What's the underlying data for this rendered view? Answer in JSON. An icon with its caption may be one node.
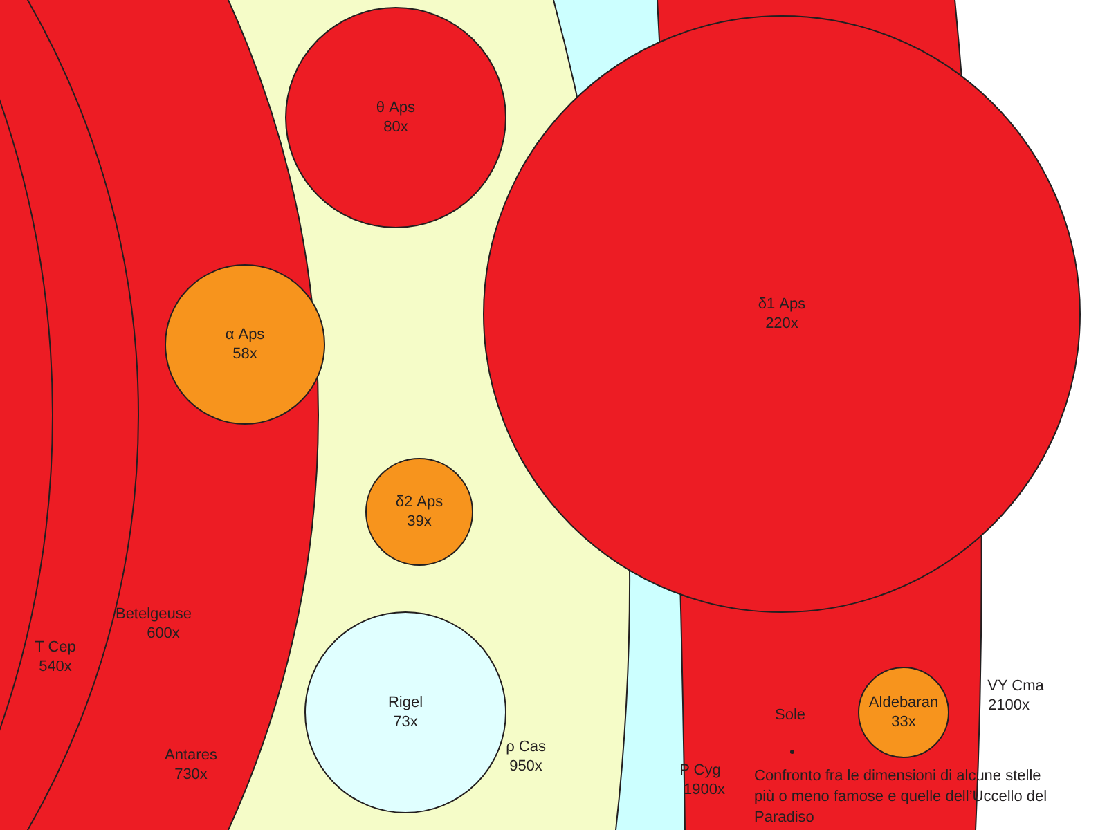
{
  "diagram": {
    "caption": "Confronto fra le dimensioni di alcune stelle più o meno famose e quelle dell’Uccello del Paradiso",
    "nodes": [
      {
        "text": [
          "θ Aps",
          "80x"
        ]
      },
      {
        "text": [
          "δ1 Aps",
          "220x"
        ]
      },
      {
        "text": [
          "α Aps",
          "58x"
        ]
      },
      {
        "text": [
          "δ2 Aps",
          "39x"
        ]
      },
      {
        "text": [
          "Rigel",
          "73x"
        ]
      },
      {
        "text": [
          "Aldebaran",
          "33x"
        ]
      },
      {
        "text": [],
        "shape": "circle"
      }
    ],
    "labels": [
      "Betelgeuse",
      "600x",
      "T Cep",
      "540x",
      "VY Cma",
      "2100x",
      "Sole",
      "ρ Cas",
      "950x",
      "Antares",
      "730x",
      "P Cyg",
      "1900x"
    ]
  }
}
